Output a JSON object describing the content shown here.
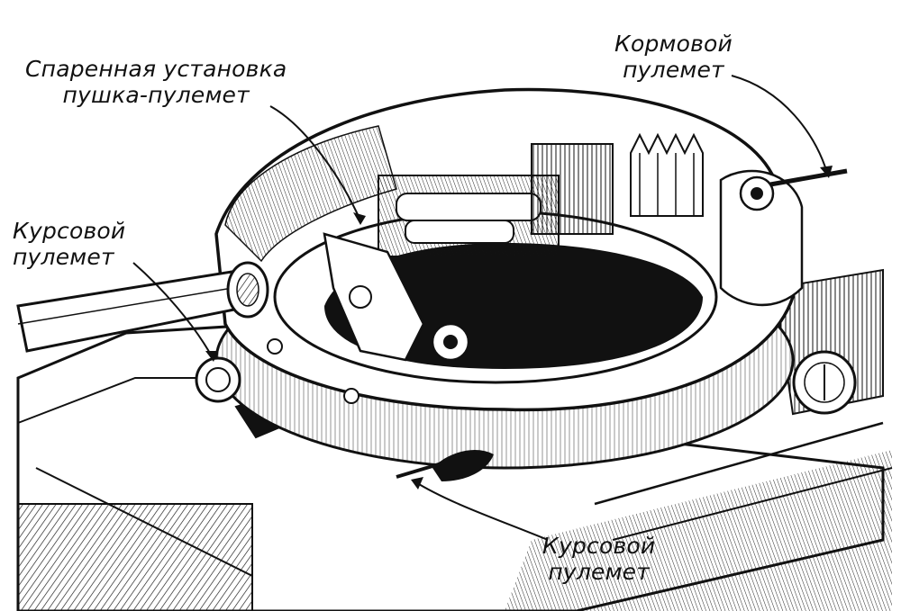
{
  "labels": {
    "coaxial_mount": {
      "line1": "Спаренная установка",
      "line2": "пушка-пулемет"
    },
    "rear_machine_gun": {
      "line1": "Кормовой",
      "line2": "пулемет"
    },
    "course_machine_gun_left": {
      "line1": "Курсовой",
      "line2": "пулемет"
    },
    "course_machine_gun_bottom": {
      "line1": "Курсовой",
      "line2": "пулемет"
    }
  },
  "colors": {
    "ink": "#111111",
    "paper": "#ffffff",
    "shade": "#8a8a8a"
  }
}
